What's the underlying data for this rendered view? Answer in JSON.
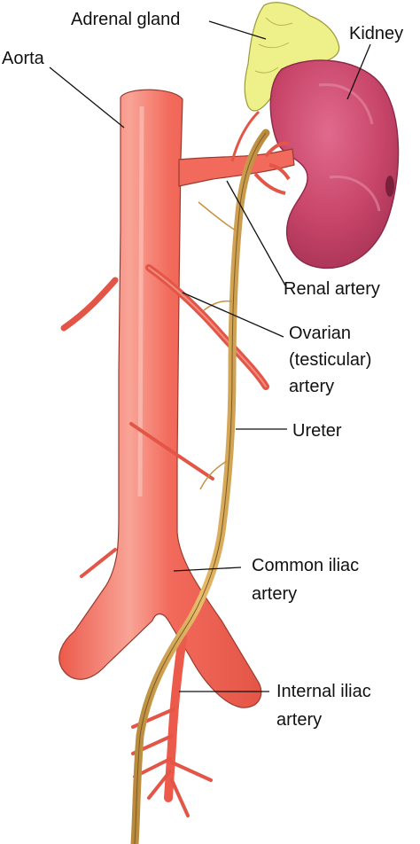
{
  "labels": {
    "adrenal_gland": "Adrenal gland",
    "kidney": "Kidney",
    "aorta": "Aorta",
    "renal_artery": "Renal artery",
    "ovarian_line1": "Ovarian",
    "ovarian_line2": "(testicular)",
    "ovarian_line3": "artery",
    "ureter": "Ureter",
    "common_iliac_line1": "Common iliac",
    "common_iliac_line2": "artery",
    "internal_iliac_line1": "Internal iliac",
    "internal_iliac_line2": "artery"
  },
  "colors": {
    "aorta": "#f26a5b",
    "aorta_highlight": "#f8a497",
    "kidney": "#c8466a",
    "kidney_shadow": "#a83356",
    "adrenal": "#eef08a",
    "ureter": "#d9a653",
    "ureter_shadow": "#a77c35"
  }
}
